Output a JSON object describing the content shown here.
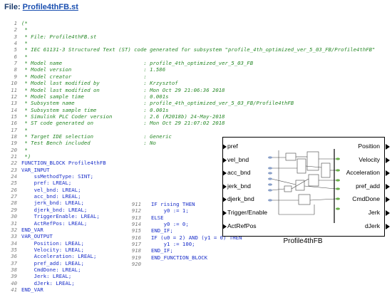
{
  "file": {
    "prefix": "File: ",
    "name": "Profile4thFB.st"
  },
  "lines_left": [
    {
      "n": "1",
      "t": "(*",
      "c": "cm"
    },
    {
      "n": "2",
      "t": " *",
      "c": "cm"
    },
    {
      "n": "3",
      "t": " * File: Profile4thFB.st",
      "c": "cm"
    },
    {
      "n": "4",
      "t": " *",
      "c": "cm"
    },
    {
      "n": "5",
      "t": " * IEC 61131-3 Structured Text (ST) code generated for subsystem \"profile_4th_optimized_ver_5_03_FB/Profile4thFB\"",
      "c": "cm"
    },
    {
      "n": "6",
      "t": " *",
      "c": "cm"
    },
    {
      "n": "7",
      "t": " * Model name                          : profile_4th_optimized_ver_5_03_FB",
      "c": "cm"
    },
    {
      "n": "8",
      "t": " * Model version                       : 1.586",
      "c": "cm"
    },
    {
      "n": "9",
      "t": " * Model creator                       :",
      "c": "cm"
    },
    {
      "n": "10",
      "t": " * Model last modified by              : Krzysztof",
      "c": "cm"
    },
    {
      "n": "11",
      "t": " * Model last modified on              : Mon Oct 29 21:06:36 2018",
      "c": "cm"
    },
    {
      "n": "12",
      "t": " * Model sample time                   : 0.001s",
      "c": "cm"
    },
    {
      "n": "13",
      "t": " * Subsystem name                      : profile_4th_optimized_ver_5_03_FB/Profile4thFB",
      "c": "cm"
    },
    {
      "n": "14",
      "t": " * Subsystem sample time               : 0.001s",
      "c": "cm"
    },
    {
      "n": "15",
      "t": " * Simulink PLC Coder version          : 2.6 (R2018b) 24-May-2018",
      "c": "cm"
    },
    {
      "n": "16",
      "t": " * ST code generated on                : Mon Oct 29 21:07:02 2018",
      "c": "cm"
    },
    {
      "n": "17",
      "t": " *",
      "c": "cm"
    },
    {
      "n": "18",
      "t": " * Target IDE selection                : Generic",
      "c": "cm"
    },
    {
      "n": "19",
      "t": " * Test Bench included                 : No",
      "c": "cm"
    },
    {
      "n": "20",
      "t": " *",
      "c": "cm"
    },
    {
      "n": "21",
      "t": " *)",
      "c": "cm"
    },
    {
      "n": "22",
      "t": "FUNCTION_BLOCK Profile4thFB",
      "c": "kw"
    },
    {
      "n": "23",
      "t": "VAR_INPUT",
      "c": "kw"
    },
    {
      "n": "24",
      "t": "    ssMethodType: SINT;",
      "c": "pl"
    },
    {
      "n": "25",
      "t": "    pref: LREAL;",
      "c": "pl"
    },
    {
      "n": "26",
      "t": "    vel_bnd: LREAL;",
      "c": "pl"
    },
    {
      "n": "27",
      "t": "    acc_bnd: LREAL;",
      "c": "pl"
    },
    {
      "n": "28",
      "t": "    jerk_bnd: LREAL;",
      "c": "pl"
    },
    {
      "n": "29",
      "t": "    djerk_bnd: LREAL;",
      "c": "pl"
    },
    {
      "n": "30",
      "t": "    TriggerEnable: LREAL;",
      "c": "pl"
    },
    {
      "n": "31",
      "t": "    ActRefPos: LREAL;",
      "c": "pl"
    },
    {
      "n": "32",
      "t": "END_VAR",
      "c": "kw"
    },
    {
      "n": "33",
      "t": "VAR_OUTPUT",
      "c": "kw"
    },
    {
      "n": "34",
      "t": "    Position: LREAL;",
      "c": "pl"
    },
    {
      "n": "35",
      "t": "    Velocity: LREAL;",
      "c": "pl"
    },
    {
      "n": "36",
      "t": "    Acceleration: LREAL;",
      "c": "pl"
    },
    {
      "n": "37",
      "t": "    pref_add: LREAL;",
      "c": "pl"
    },
    {
      "n": "38",
      "t": "    CmdDone: LREAL;",
      "c": "pl"
    },
    {
      "n": "39",
      "t": "    Jerk: LREAL;",
      "c": "pl"
    },
    {
      "n": "40",
      "t": "    dJerk: LREAL;",
      "c": "pl"
    },
    {
      "n": "41",
      "t": "END_VAR",
      "c": "kw"
    }
  ],
  "lines_right": [
    {
      "n": "911",
      "t": "IF rising THEN",
      "c": "kw"
    },
    {
      "n": "912",
      "t": "    y0 := 1;",
      "c": "pl"
    },
    {
      "n": "913",
      "t": "ELSE",
      "c": "kw"
    },
    {
      "n": "914",
      "t": "    y0 := 0;",
      "c": "pl"
    },
    {
      "n": "915",
      "t": "END_IF;",
      "c": "kw"
    },
    {
      "n": "916",
      "t": "IF (u0 = 2) AND (y1 = 0) THEN",
      "c": "kw"
    },
    {
      "n": "917",
      "t": "    y1 := 100;",
      "c": "pl"
    },
    {
      "n": "918",
      "t": "END_IF;",
      "c": "kw"
    },
    {
      "n": "919",
      "t": "END_FUNCTION_BLOCK",
      "c": "kw"
    },
    {
      "n": "920",
      "t": "",
      "c": "kw"
    }
  ],
  "block": {
    "title": "Profile4thFB",
    "inputs": [
      "pref",
      "vel_bnd",
      "acc_bnd",
      "jerk_bnd",
      "djerk_bnd",
      "Trigger/Enable",
      "ActRefPos"
    ],
    "outputs": [
      "Position",
      "Velocity",
      "Acceleration",
      "pref_add",
      "CmdDone",
      "Jerk",
      "dJerk"
    ]
  }
}
